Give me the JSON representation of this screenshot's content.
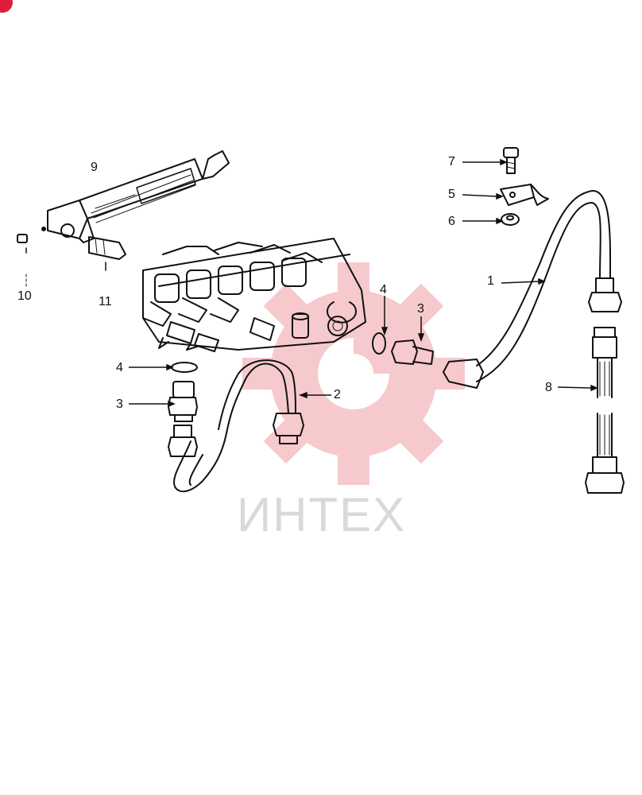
{
  "diagram": {
    "callouts": [
      "1",
      "2",
      "3",
      "4",
      "5",
      "6",
      "7",
      "8",
      "9",
      "10",
      "11",
      "3",
      "4"
    ],
    "watermark": "ИНТЕХ"
  },
  "colors": {
    "line": "#111111",
    "watermark_gear": "#f3b8bd",
    "watermark_text": "#d9d9d9",
    "badge": "#e01e3c"
  }
}
